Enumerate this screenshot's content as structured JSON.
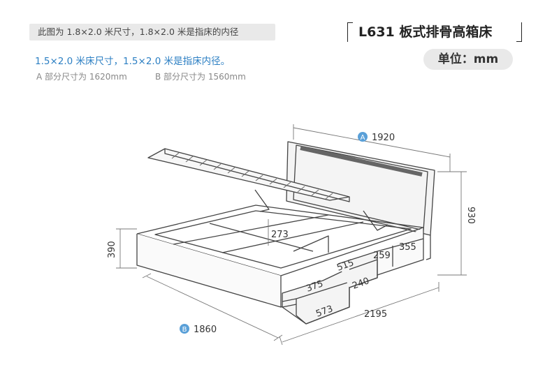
{
  "header": {
    "scale_note": "此图为 1.8×2.0 米尺寸，1.8×2.0 米是指床的内径",
    "alt_note": "1.5×2.0 米床尺寸，1.5×2.0 米是指床内径。",
    "part_a_note": "A 部分尺寸为 1620mm",
    "part_b_note": "B 部分尺寸为 1560mm",
    "product_title": "L631 板式排骨高箱床",
    "unit_label": "单位：mm"
  },
  "dimensions": {
    "headboard_width": "1920",
    "headboard_marker": "A",
    "overall_height": "930",
    "box_height": "390",
    "inner_depth": "273",
    "overall_length": "2195",
    "base_width": "1860",
    "base_marker": "B",
    "drawer_a_length": "573",
    "drawer_a_depth": "375",
    "drawer_b_length": "515",
    "drawer_b_depth": "240",
    "compartment_a": "259",
    "compartment_b": "355"
  },
  "colors": {
    "accent_blue": "#2c7fc3",
    "marker_blue": "#5aa0d8",
    "line": "#444444",
    "dim_line": "#777777"
  }
}
